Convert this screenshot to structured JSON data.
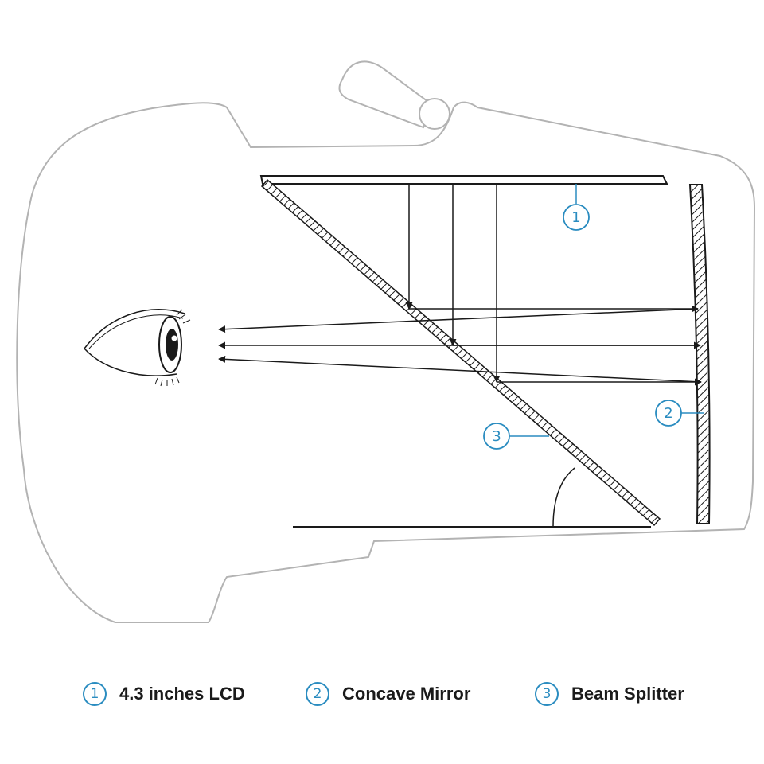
{
  "callouts": [
    {
      "num": "1",
      "label": "4.3 inches LCD"
    },
    {
      "num": "2",
      "label": "Concave Mirror"
    },
    {
      "num": "3",
      "label": "Beam Splitter"
    }
  ],
  "colors": {
    "outline": "#b3b3b3",
    "ink": "#1a1a1a",
    "accent": "#2a8cc0"
  }
}
